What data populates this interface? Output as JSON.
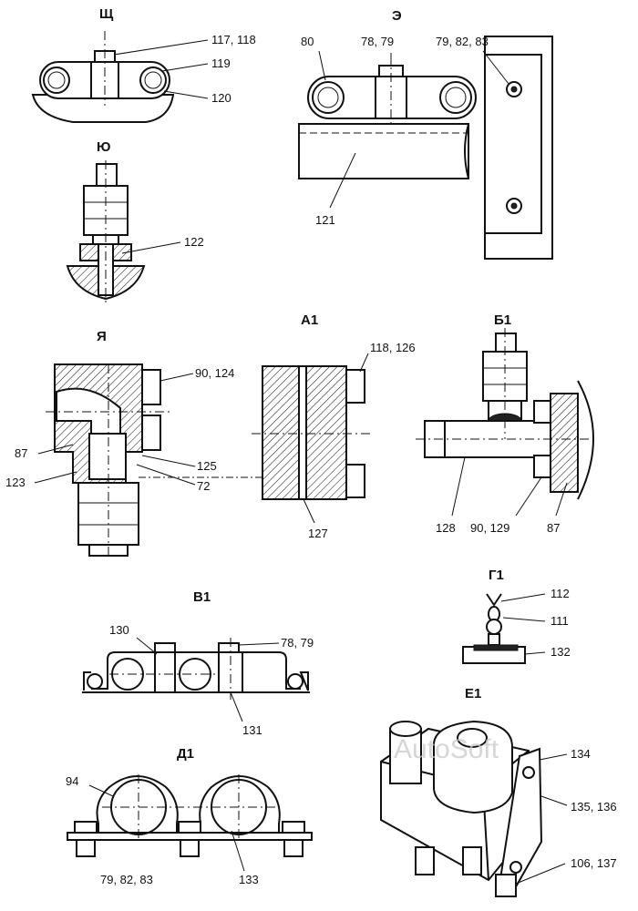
{
  "views": {
    "shch": {
      "title": "Щ",
      "callouts": [
        "117, 118",
        "119",
        "120"
      ]
    },
    "e": {
      "title": "Э",
      "callouts": [
        "80",
        "78, 79",
        "79, 82, 83",
        "121"
      ]
    },
    "yu": {
      "title": "Ю",
      "callouts": [
        "122"
      ]
    },
    "ya": {
      "title": "Я",
      "callouts": [
        "90, 124",
        "87",
        "125",
        "123",
        "72"
      ]
    },
    "a1": {
      "title": "А1",
      "callouts": [
        "118, 126",
        "127"
      ]
    },
    "b1": {
      "title": "Б1",
      "callouts": [
        "128",
        "90, 129",
        "87"
      ]
    },
    "v1": {
      "title": "В1",
      "callouts": [
        "130",
        "78, 79",
        "131"
      ]
    },
    "g1": {
      "title": "Г1",
      "callouts": [
        "112",
        "111",
        "132"
      ]
    },
    "d1": {
      "title": "Д1",
      "callouts": [
        "94",
        "79, 82, 83",
        "133"
      ]
    },
    "e1": {
      "title": "Е1",
      "callouts": [
        "134",
        "135, 136",
        "106, 137"
      ]
    }
  },
  "watermark": "AutoSoft"
}
